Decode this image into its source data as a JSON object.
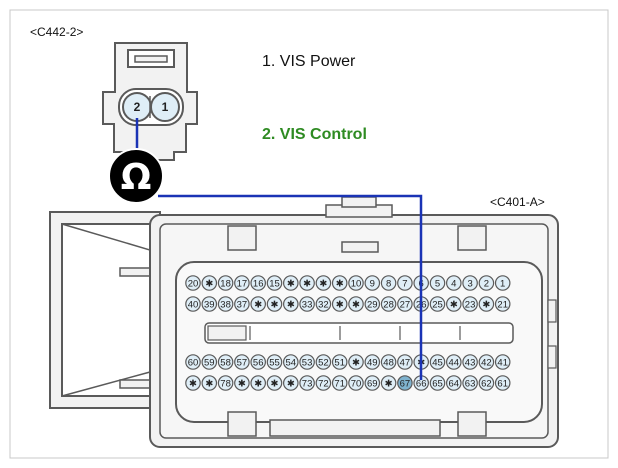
{
  "colors": {
    "wire": "#1a33b5",
    "control_text": "#2e8b22",
    "housing_fill": "#f2f2f2",
    "housing_stroke": "#5a5a5a",
    "pin_fill": "#dfeef7",
    "meter_fill": "#000000"
  },
  "labels": {
    "connector_c442": "<C442-2>",
    "connector_c401": "<C401-A>",
    "vis_power": "1. VIS Power",
    "vis_control": "2. VIS Control",
    "meter_symbol": "Ω"
  },
  "c442_pins": [
    "2",
    "1"
  ],
  "c401_rows": [
    [
      "20",
      "✱",
      "18",
      "17",
      "16",
      "15",
      "✱",
      "✱",
      "✱",
      "✱",
      "10",
      "9",
      "8",
      "7",
      "6",
      "5",
      "4",
      "3",
      "2",
      "1"
    ],
    [
      "40",
      "39",
      "38",
      "37",
      "✱",
      "✱",
      "✱",
      "33",
      "32",
      "✱",
      "✱",
      "29",
      "28",
      "27",
      "26",
      "25",
      "✱",
      "23",
      "✱",
      "21"
    ],
    [
      "60",
      "59",
      "58",
      "57",
      "56",
      "55",
      "54",
      "53",
      "52",
      "51",
      "✱",
      "49",
      "48",
      "47",
      "✱",
      "45",
      "44",
      "43",
      "42",
      "41"
    ],
    [
      "✱",
      "✱",
      "78",
      "✱",
      "✱",
      "✱",
      "✱",
      "73",
      "72",
      "71",
      "70",
      "69",
      "✱",
      "67",
      "66",
      "65",
      "64",
      "63",
      "62",
      "61"
    ]
  ],
  "probe": {
    "c442_pin": "2",
    "c401_pin": "67",
    "symbol_icon": "ohmmeter-icon"
  }
}
